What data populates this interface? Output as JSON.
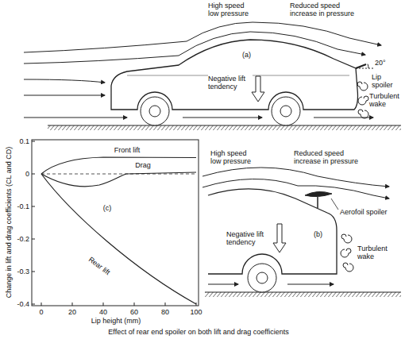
{
  "diagram": {
    "caption": "Effect of rear end spoiler on both lift and drag coefficients",
    "labels": [
      "High speed low pressure",
      "Reduced speed increase in pressure",
      "20°",
      "Lip spoiler",
      "Turbulent wake",
      "Negative lift tendency",
      "(a)",
      "0.1",
      "0",
      "-0.1",
      "-0.2",
      "-0.3",
      "-0.4",
      "0",
      "20",
      "40",
      "60",
      "80",
      "100",
      "Front lift",
      "Drag",
      "Rear lift",
      "(c)",
      "Lip height (mm)",
      "Change in lift and drag coefficients (CL and CD)",
      "High speed low pressure",
      "Reduced speed increase in pressure",
      "Aerofoil spoiler",
      "Negative lift tendency",
      "Turbulent wake",
      "(b)"
    ]
  }
}
